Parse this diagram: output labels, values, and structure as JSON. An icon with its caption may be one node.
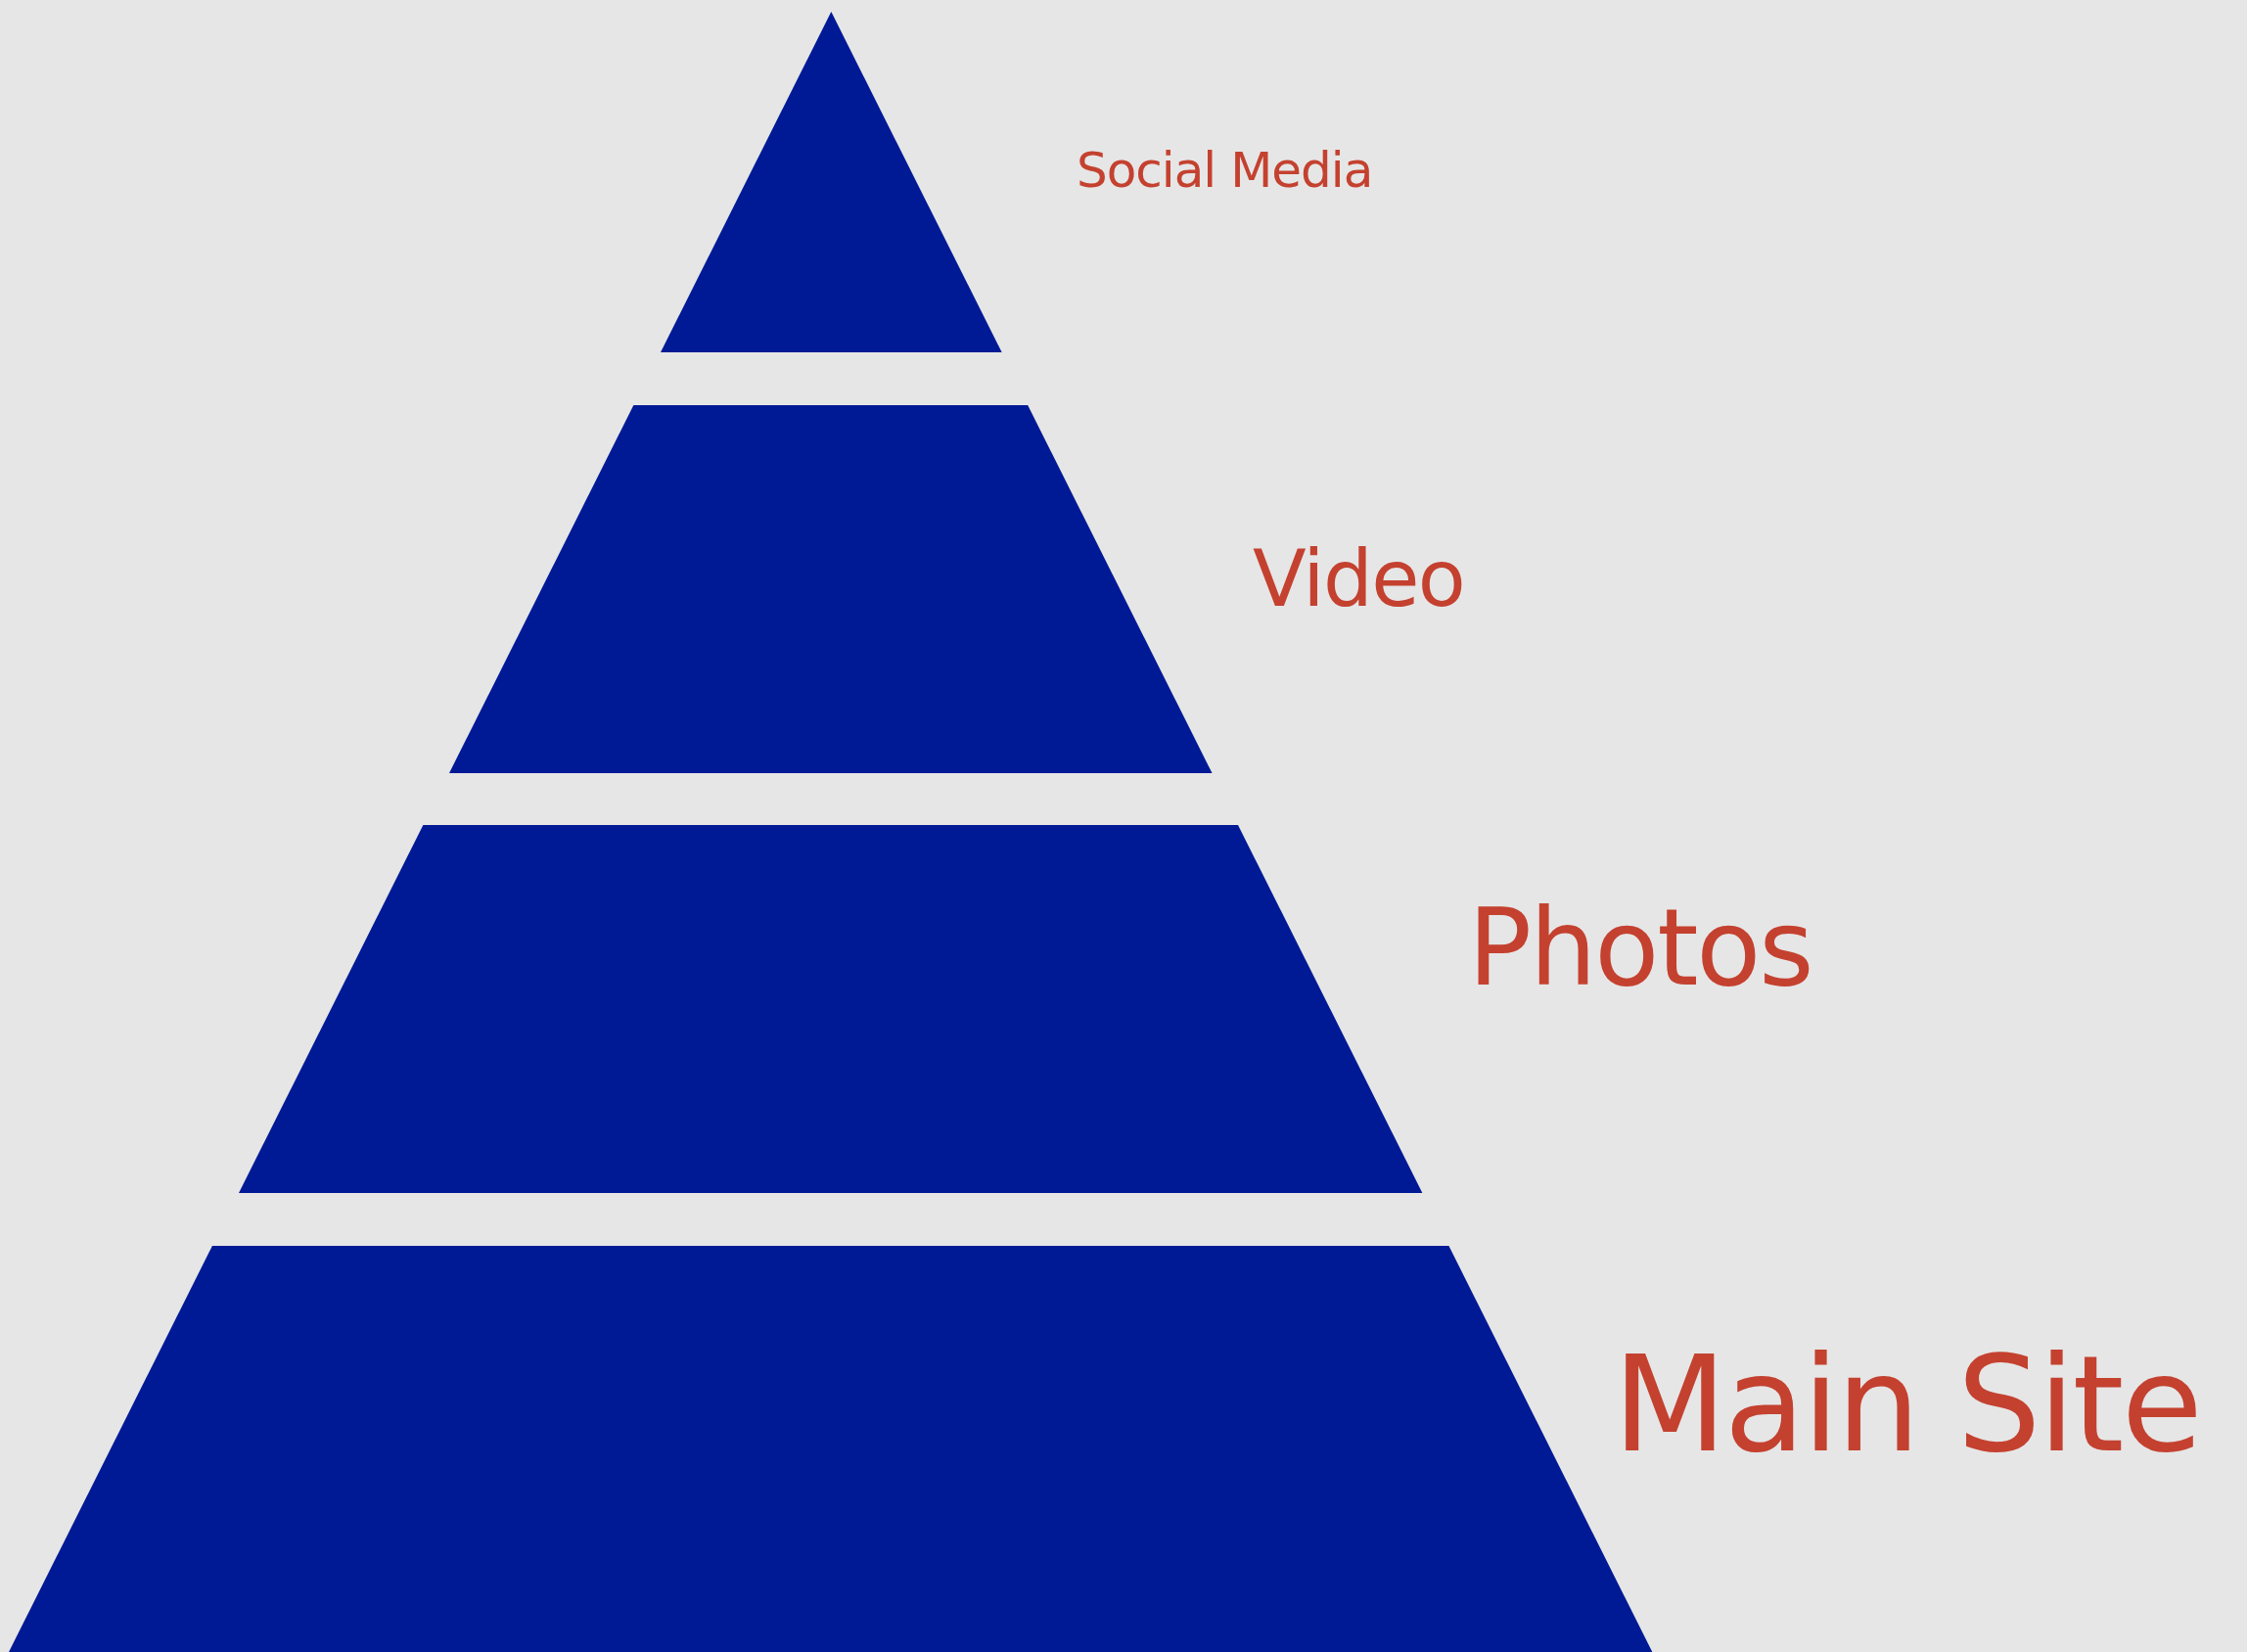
{
  "diagram": {
    "nodes": [
      {
        "text": [],
        "shape": "triangle",
        "beside": [
          "Social Media"
        ]
      },
      {
        "text": [],
        "shape": "trapezoid",
        "beside": [
          "Video"
        ]
      },
      {
        "text": [],
        "shape": "trapezoid",
        "beside": [
          "Photos"
        ]
      },
      {
        "text": [],
        "shape": "trapezoid",
        "beside": [
          "Main Site"
        ]
      }
    ]
  }
}
